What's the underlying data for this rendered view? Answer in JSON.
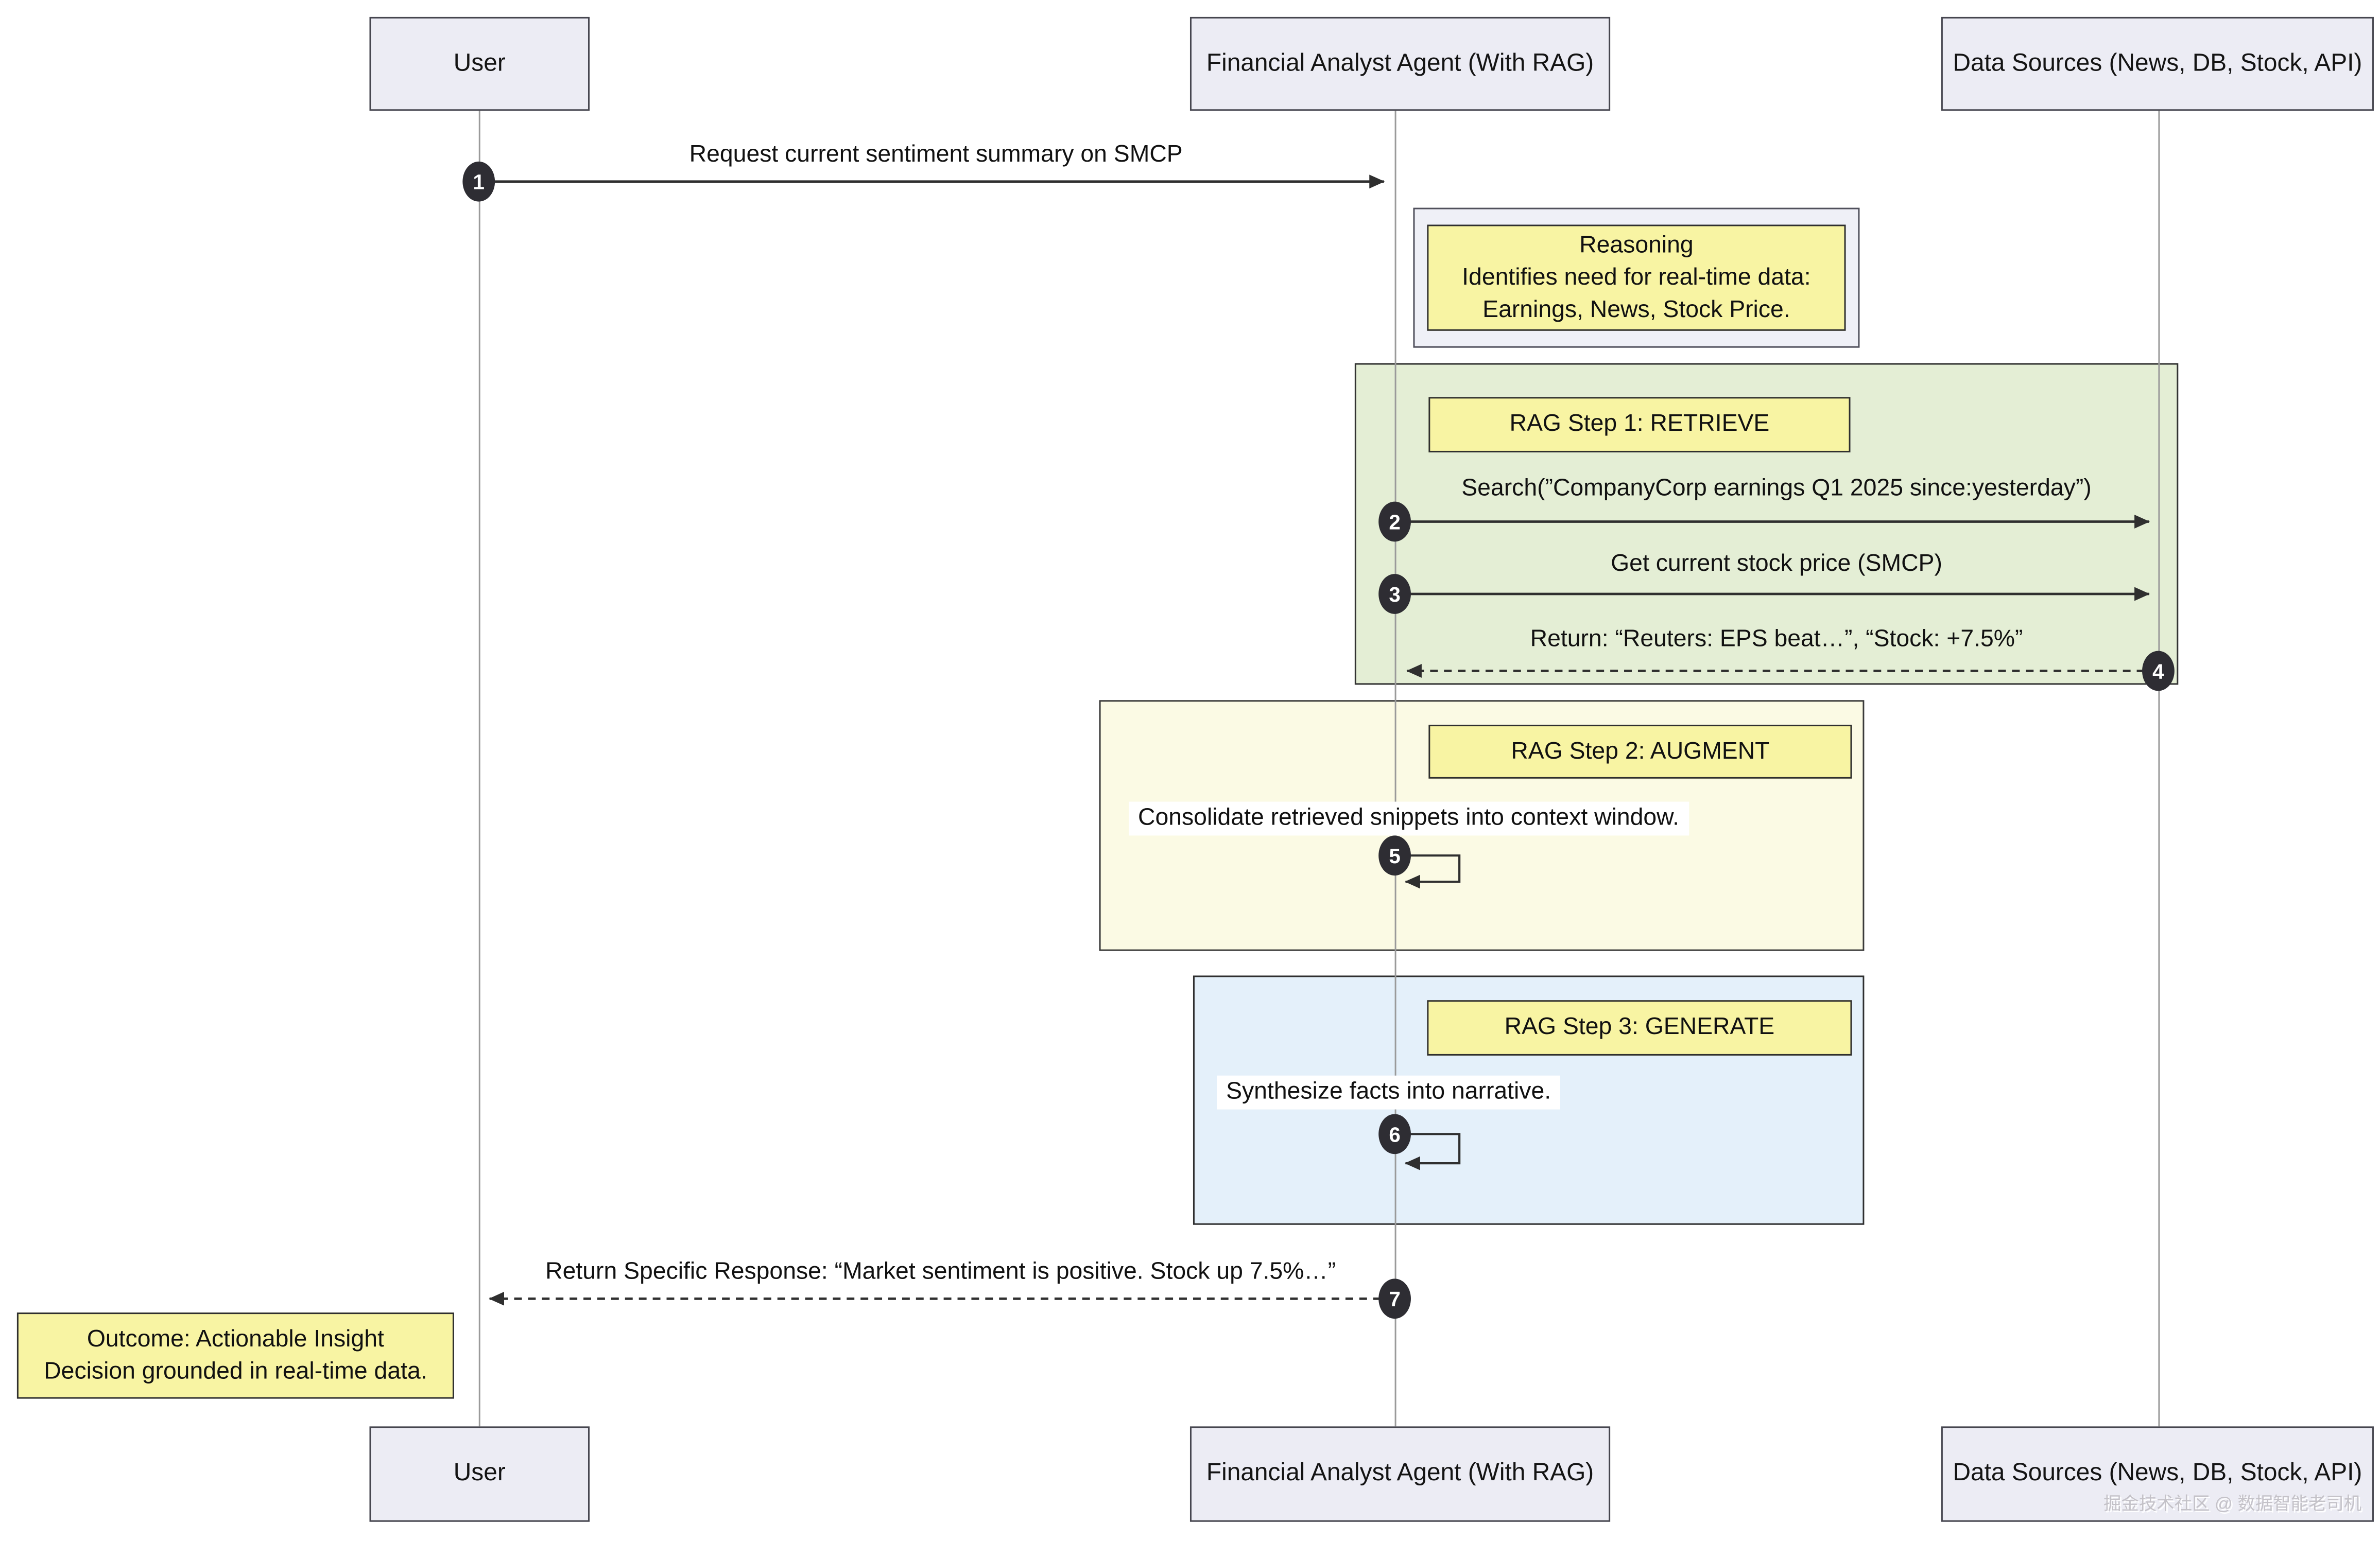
{
  "diagram": {
    "title_hint": "RAG financial analyst sequence diagram",
    "colors": {
      "actor_fill": "#ececf4",
      "actor_border": "#46464f",
      "lifeline": "#9a9a9a",
      "arrow": "#2f2f2f",
      "number_circle": "#2e2d33",
      "label_yellow": "#f8f4a3",
      "note_outer": "#eff0f7",
      "group_retrieve_green": "#e4eed5",
      "group_augment_cream": "#fbfae4",
      "group_generate_blue": "#e4f0fa"
    },
    "actors": [
      {
        "label": "User"
      },
      {
        "label": "Financial Analyst Agent (With RAG)"
      },
      {
        "label": "Data Sources (News, DB, Stock, API)"
      }
    ],
    "note_reasoning": {
      "title": "Reasoning",
      "line1": "Identifies need for real-time data:",
      "line2": "Earnings, News, Stock Price."
    },
    "groups": [
      {
        "label": "RAG Step 1: RETRIEVE"
      },
      {
        "label": "RAG Step 2: AUGMENT"
      },
      {
        "label": "RAG Step 3: GENERATE"
      }
    ],
    "messages": [
      {
        "num": "1",
        "text": "Request current sentiment summary on SMCP"
      },
      {
        "num": "2",
        "text": "Search(”CompanyCorp earnings Q1 2025 since:yesterday”)"
      },
      {
        "num": "3",
        "text": "Get current stock price (SMCP)"
      },
      {
        "num": "4",
        "text": "Return: “Reuters: EPS beat…”, “Stock: +7.5%”"
      },
      {
        "num": "5",
        "text": "Consolidate retrieved snippets into context window."
      },
      {
        "num": "6",
        "text": "Synthesize facts into narrative."
      },
      {
        "num": "7",
        "text": "Return Specific Response: “Market sentiment is positive. Stock up 7.5%…”"
      }
    ],
    "note_outcome": {
      "line1": "Outcome: Actionable Insight",
      "line2": "Decision grounded in real-time data."
    },
    "watermark": "掘金技术社区 @ 数据智能老司机"
  }
}
